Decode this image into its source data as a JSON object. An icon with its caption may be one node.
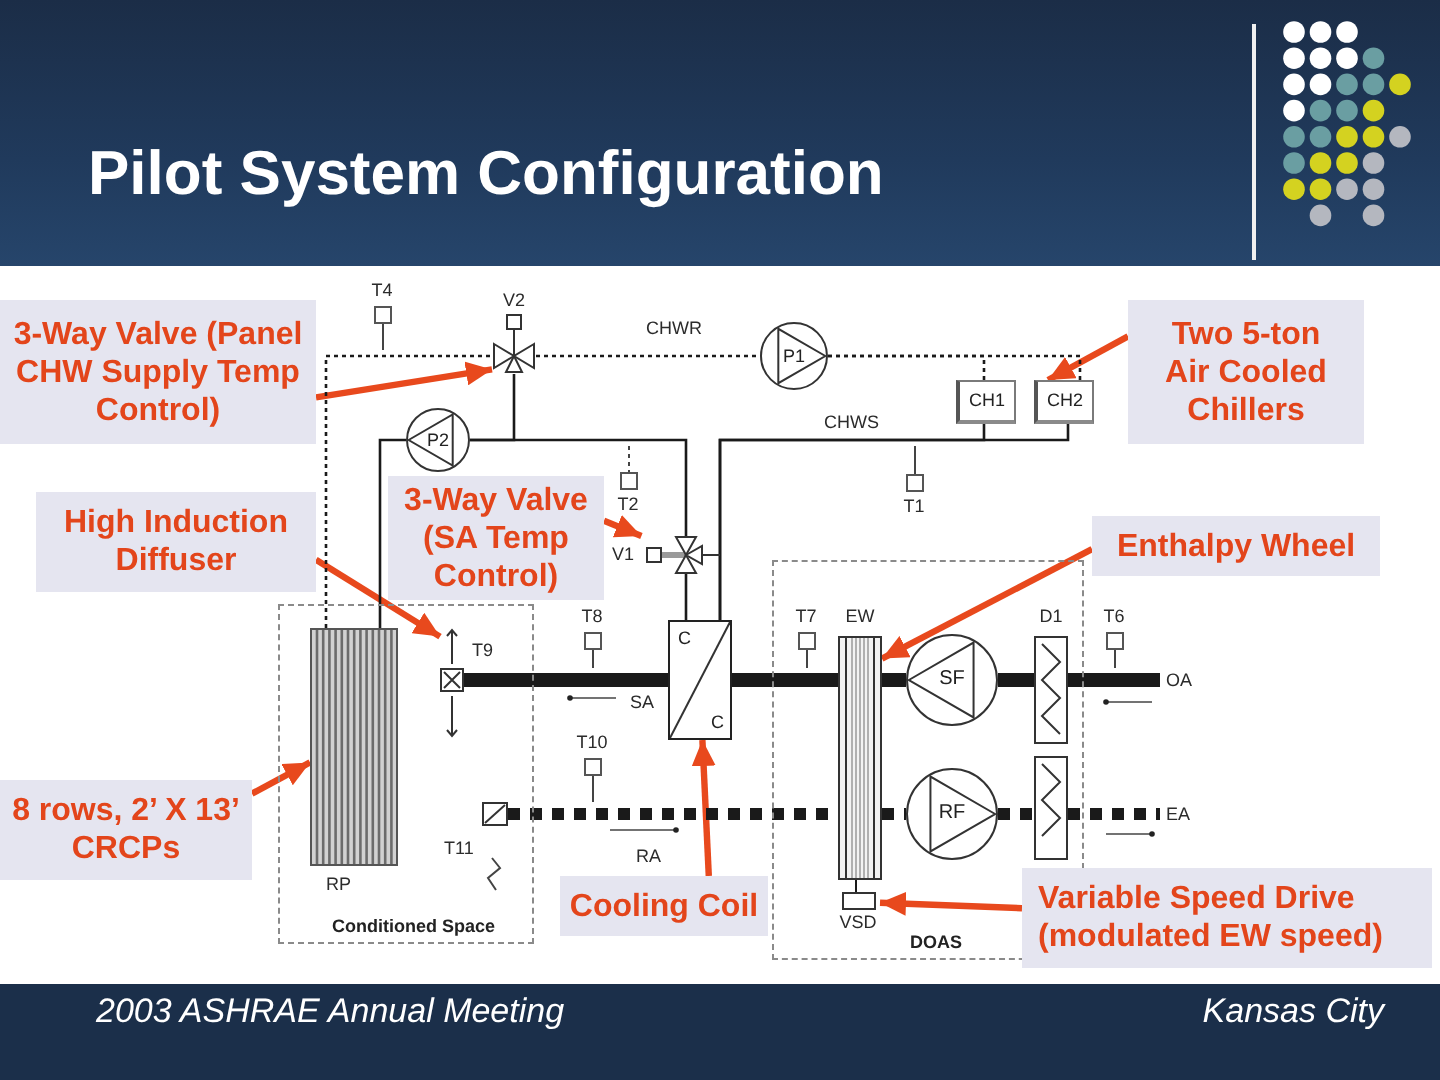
{
  "diagram": {
    "title": "Pilot System Configuration",
    "nodes": [
      {
        "text": [
          "3-Way Valve (Panel CHW Supply Temp Control)"
        ]
      },
      {
        "text": [
          "T4"
        ]
      },
      {
        "text": [
          "V2"
        ]
      },
      {
        "text": [
          "P1"
        ]
      },
      {
        "text": [
          "Two 5-ton Air Cooled Chillers"
        ]
      },
      {
        "text": [
          "CH1"
        ]
      },
      {
        "text": [
          "CH2"
        ]
      },
      {
        "text": [
          "P2"
        ]
      },
      {
        "text": [
          "High Induction Diffuser"
        ]
      },
      {
        "text": [
          "3-Way Valve (SA Temp Control)"
        ]
      },
      {
        "text": [
          "T2"
        ]
      },
      {
        "text": [
          "V1"
        ]
      },
      {
        "text": [
          "T1"
        ]
      },
      {
        "text": [
          "Enthalpy Wheel"
        ]
      },
      {
        "text": [
          "Conditioned Space"
        ]
      },
      {
        "text": [
          "RP"
        ],
        "in": 14
      },
      {
        "text": [],
        "shape": "box",
        "beside": [
          "T9"
        ],
        "in": 14
      },
      {
        "text": [],
        "shape": "box",
        "beside": [
          "T11"
        ],
        "in": 14
      },
      {
        "text": [
          "T8"
        ]
      },
      {
        "text": [
          "T10"
        ]
      },
      {
        "text": [
          "C",
          "C"
        ]
      },
      {
        "text": [
          "DOAS"
        ]
      },
      {
        "text": [
          "T7"
        ],
        "in": 21
      },
      {
        "text": [
          "EW"
        ],
        "in": 21
      },
      {
        "text": [
          "SF"
        ],
        "in": 21
      },
      {
        "text": [
          "RF"
        ],
        "in": 21
      },
      {
        "text": [
          "D1"
        ],
        "in": 21
      },
      {
        "text": [],
        "shape": "box",
        "in": 21
      },
      {
        "text": [
          "VSD"
        ],
        "in": 21
      },
      {
        "text": [
          "T6"
        ]
      },
      {
        "text": [
          "OA"
        ]
      },
      {
        "text": [
          "EA"
        ]
      },
      {
        "text": [
          "8 rows, 2’ X 13’ CRCPs"
        ]
      },
      {
        "text": [
          "Cooling Coil"
        ]
      },
      {
        "text": [
          "Variable Speed Drive (modulated EW speed)"
        ]
      }
    ],
    "edges": [
      {
        "from": 0,
        "to": 2,
        "arrow": "to",
        "color": "#e8491d"
      },
      {
        "from": 4,
        "to": 6,
        "arrow": "to",
        "color": "#e8491d"
      },
      {
        "from": 8,
        "to": 16,
        "arrow": "to",
        "color": "#e8491d"
      },
      {
        "from": 9,
        "to": 11,
        "arrow": "to",
        "color": "#e8491d"
      },
      {
        "from": 13,
        "to": 23,
        "arrow": "to",
        "color": "#e8491d"
      },
      {
        "from": 32,
        "to": 15,
        "arrow": "to",
        "color": "#e8491d"
      },
      {
        "from": 33,
        "to": 20,
        "arrow": "to",
        "color": "#e8491d"
      },
      {
        "from": 34,
        "to": 28,
        "arrow": "to",
        "color": "#e8491d"
      },
      {
        "from": 15,
        "to": 2,
        "arrow": "none",
        "style": "dashed"
      },
      {
        "from": 2,
        "to": 3,
        "arrow": "none",
        "style": "dashed"
      },
      {
        "from": 3,
        "to": 5,
        "arrow": "none",
        "style": "dashed"
      },
      {
        "from": 3,
        "to": 6,
        "arrow": "none",
        "style": "dashed"
      },
      {
        "from": 2,
        "to": 7,
        "arrow": "none"
      },
      {
        "from": 11,
        "to": 7,
        "arrow": "none"
      },
      {
        "from": 7,
        "to": 15,
        "arrow": "none"
      },
      {
        "from": 11,
        "to": 20,
        "arrow": "none"
      },
      {
        "from": 5,
        "to": 20,
        "arrow": "none"
      },
      {
        "from": 6,
        "to": 20,
        "arrow": "none"
      },
      {
        "from": 16,
        "to": 20,
        "arrow": "none",
        "style": "thick"
      },
      {
        "from": 20,
        "to": 23,
        "arrow": "none",
        "style": "thick"
      },
      {
        "from": 23,
        "to": 24,
        "arrow": "none",
        "style": "thick"
      },
      {
        "from": 24,
        "to": 26,
        "arrow": "none",
        "style": "thick"
      },
      {
        "from": 26,
        "to": 30,
        "arrow": "none",
        "style": "thick"
      },
      {
        "from": 17,
        "to": 23,
        "arrow": "none",
        "style": "dashed"
      },
      {
        "from": 23,
        "to": 25,
        "arrow": "none",
        "style": "dashed"
      },
      {
        "from": 25,
        "to": 27,
        "arrow": "none",
        "style": "dashed"
      },
      {
        "from": 27,
        "to": 31,
        "arrow": "none",
        "style": "dashed"
      },
      {
        "from": 23,
        "to": 28,
        "arrow": "none"
      }
    ],
    "labels": [
      "CHWR",
      "CHWS",
      "SA",
      "RA",
      "2003 ASHRAE Annual Meeting",
      "Kansas City"
    ]
  }
}
